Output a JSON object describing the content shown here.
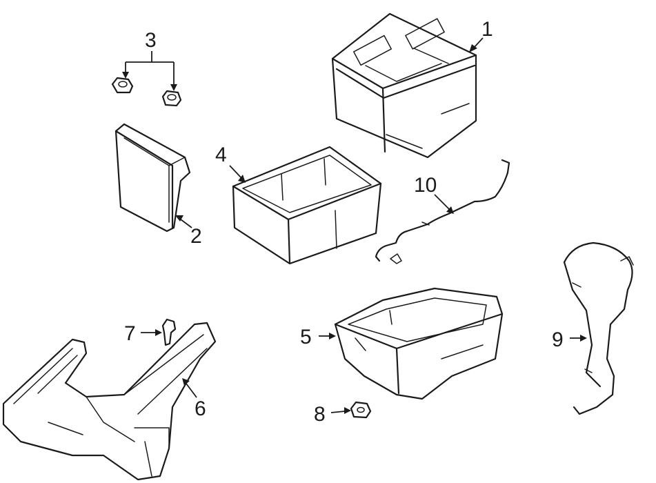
{
  "callouts": {
    "battery": "1",
    "hold_down": "2",
    "nuts": "3",
    "tray_liner": "4",
    "battery_tray": "5",
    "support_bracket": "6",
    "push_pin": "7",
    "nut": "8",
    "harness": "9",
    "cable": "10"
  },
  "colors": {
    "line": "#1a1a1a",
    "background": "#ffffff"
  }
}
